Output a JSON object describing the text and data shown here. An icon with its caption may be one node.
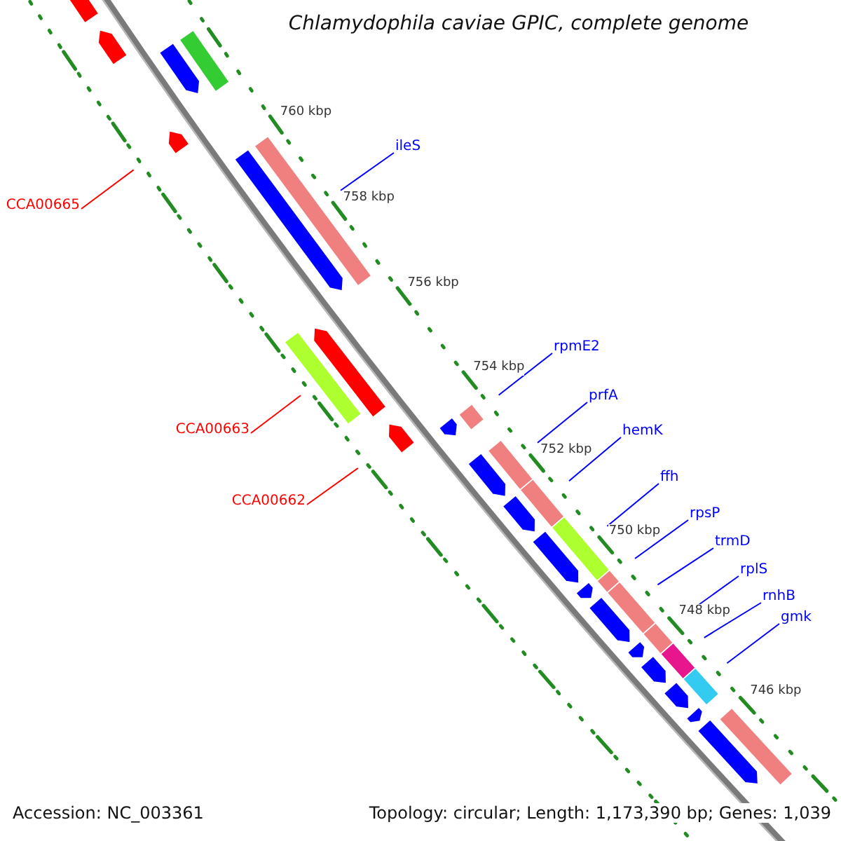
{
  "diagram": {
    "title": "Chlamydophila caviae GPIC, complete genome",
    "nodes": [
      {
        "text": [
          "ileS"
        ]
      },
      {
        "text": [],
        "shape": "bar"
      },
      {
        "text": [
          "CCA00665"
        ]
      },
      {
        "text": [],
        "shape": "arrow"
      },
      {
        "text": [
          "CCA00663"
        ]
      },
      {
        "text": [],
        "shape": "arrow"
      },
      {
        "text": [
          "CCA00662"
        ]
      },
      {
        "text": [],
        "shape": "arrow"
      },
      {
        "text": [
          "rpmE2"
        ]
      },
      {
        "text": [],
        "shape": "bar"
      },
      {
        "text": [
          "prfA"
        ]
      },
      {
        "text": [],
        "shape": "bar"
      },
      {
        "text": [
          "hemK"
        ]
      },
      {
        "text": [],
        "shape": "bar"
      },
      {
        "text": [
          "ffh"
        ]
      },
      {
        "text": [],
        "shape": "bar"
      },
      {
        "text": [
          "rpsP"
        ]
      },
      {
        "text": [],
        "shape": "bar"
      },
      {
        "text": [
          "trmD"
        ]
      },
      {
        "text": [],
        "shape": "bar"
      },
      {
        "text": [
          "rplS"
        ]
      },
      {
        "text": [],
        "shape": "bar"
      },
      {
        "text": [
          "rnhB"
        ]
      },
      {
        "text": [],
        "shape": "bar"
      },
      {
        "text": [
          "gmk"
        ]
      },
      {
        "text": [],
        "shape": "bar"
      },
      {
        "text": [],
        "shape": "arrow"
      },
      {
        "text": [],
        "shape": "arrow"
      },
      {
        "text": [],
        "shape": "arrow"
      },
      {
        "text": [],
        "shape": "bar"
      },
      {
        "text": [],
        "shape": "arrow"
      },
      {
        "text": [],
        "shape": "bar"
      },
      {
        "text": [],
        "shape": "arrow"
      },
      {
        "text": [],
        "shape": "bar"
      },
      {
        "text": [],
        "shape": "arrow"
      },
      {
        "text": [],
        "shape": "arrow"
      },
      {
        "text": [],
        "shape": "arrow"
      },
      {
        "text": [],
        "shape": "arrow"
      },
      {
        "text": [],
        "shape": "arrow"
      },
      {
        "text": [],
        "shape": "arrow"
      },
      {
        "text": [],
        "shape": "arrow"
      },
      {
        "text": [],
        "shape": "arrow"
      },
      {
        "text": [],
        "shape": "arrow"
      },
      {
        "text": [],
        "shape": "arrow"
      }
    ],
    "edges": [
      {
        "from": 0,
        "to": 1,
        "arrow": "none"
      },
      {
        "from": 2,
        "to": 3,
        "arrow": "none",
        "color": "#ff0000"
      },
      {
        "from": 4,
        "to": 31,
        "arrow": "none",
        "color": "#ff0000"
      },
      {
        "from": 6,
        "to": 7,
        "arrow": "none",
        "color": "#ff0000"
      },
      {
        "from": 8,
        "to": 9,
        "arrow": "none"
      },
      {
        "from": 10,
        "to": 11,
        "arrow": "none"
      },
      {
        "from": 12,
        "to": 13,
        "arrow": "none"
      },
      {
        "from": 14,
        "to": 15,
        "arrow": "none"
      },
      {
        "from": 16,
        "to": 17,
        "arrow": "none"
      },
      {
        "from": 18,
        "to": 19,
        "arrow": "none"
      },
      {
        "from": 20,
        "to": 21,
        "arrow": "none"
      },
      {
        "from": 22,
        "to": 23,
        "arrow": "none"
      },
      {
        "from": 24,
        "to": 25,
        "arrow": "none"
      }
    ],
    "labels": [
      "760 kbp",
      "758 kbp",
      "756 kbp",
      "754 kbp",
      "752 kbp",
      "750 kbp",
      "748 kbp",
      "746 kbp",
      "Accession: NC_003361",
      "Topology: circular; Length: 1,173,390 bp; Genes: 1,039"
    ]
  }
}
